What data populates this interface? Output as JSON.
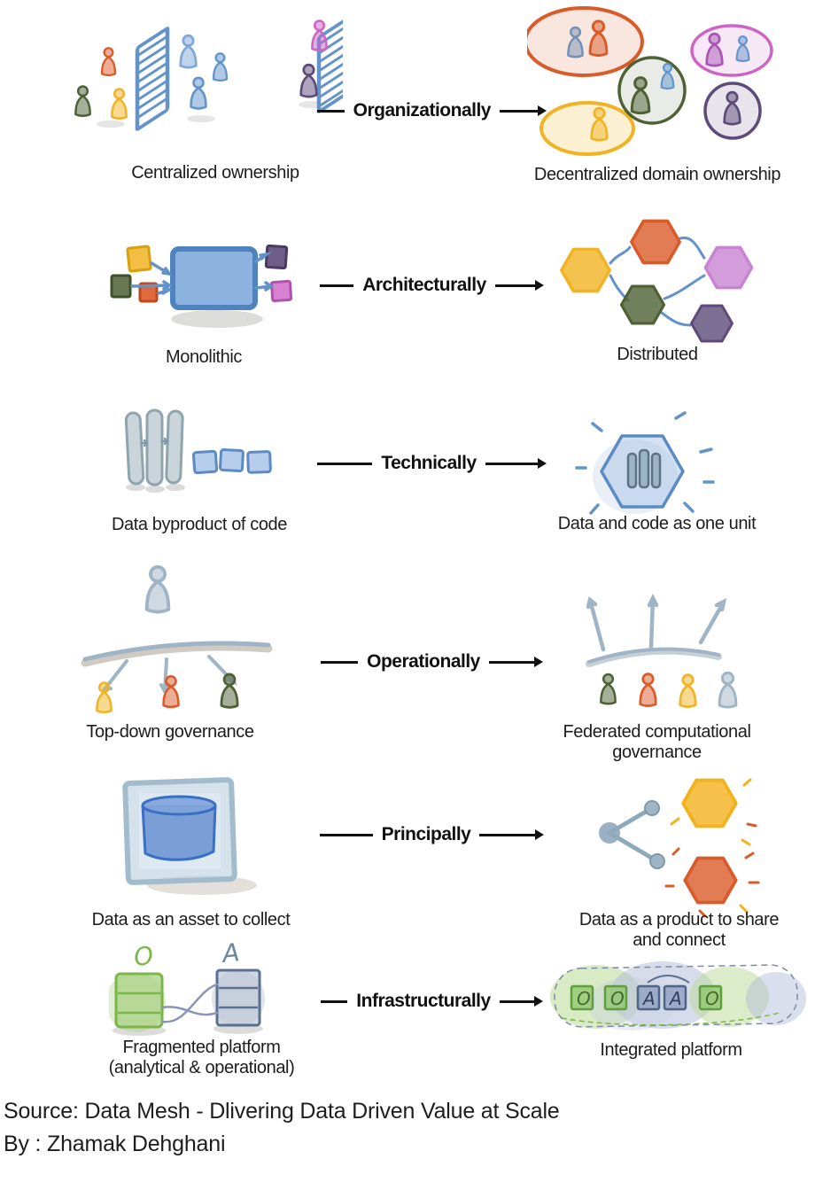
{
  "palette": {
    "orange": "#D95B29",
    "olive_green": "#4E6034",
    "yellow": "#F0B323",
    "blue": "#6293CB",
    "light_blue": "#A9C6E8",
    "steel_gray_blue": "#9FB4C4",
    "magenta_pink": "#CC63C5",
    "violet": "#C883D2",
    "purple": "#5E4B7A",
    "bright_green": "#7AB648",
    "ink": "#111111"
  },
  "rows": [
    {
      "axis_label": "Organizationally",
      "left_caption": "Centralized ownership",
      "right_caption": "Decentralized domain ownership",
      "left_icon": "people-separated-by-fences",
      "right_icon": "people-grouped-in-domain-bubbles"
    },
    {
      "axis_label": "Architecturally",
      "left_caption": "Monolithic",
      "right_caption": "Distributed",
      "left_icon": "monolith-block-with-inputs-outputs",
      "right_icon": "connected-hexagons-mesh"
    },
    {
      "axis_label": "Technically",
      "left_caption": "Data byproduct of code",
      "right_caption": "Data and code as one unit",
      "left_icon": "pipelines-and-data-files",
      "right_icon": "shining-hexagon-with-pipelines"
    },
    {
      "axis_label": "Operationally",
      "left_caption": "Top-down governance",
      "right_caption": "Federated computational\ngovernance",
      "left_icon": "leader-above-bar-arrows-down-to-people",
      "right_icon": "people-below-bar-arrows-up"
    },
    {
      "axis_label": "Principally",
      "left_caption": "Data as an asset to collect",
      "right_caption": "Data as a product to share\nand connect",
      "left_icon": "database-cylinder-in-box",
      "right_icon": "share-node-with-product-hexagons"
    },
    {
      "axis_label": "Infrastructurally",
      "left_caption": "Fragmented platform\n(analytical & operational)",
      "right_caption": "Integrated platform",
      "left_icon": "two-separate-platform-stacks",
      "right_icon": "merged-platform-blob-with-modules",
      "left_letters": {
        "operational": "O",
        "analytical": "A"
      },
      "right_modules": [
        "O",
        "O",
        "A",
        "A",
        "O"
      ]
    }
  ],
  "footer": {
    "source": "Source: Data Mesh - Dlivering Data Driven Value at Scale",
    "byline": "By : Zhamak Dehghani"
  }
}
